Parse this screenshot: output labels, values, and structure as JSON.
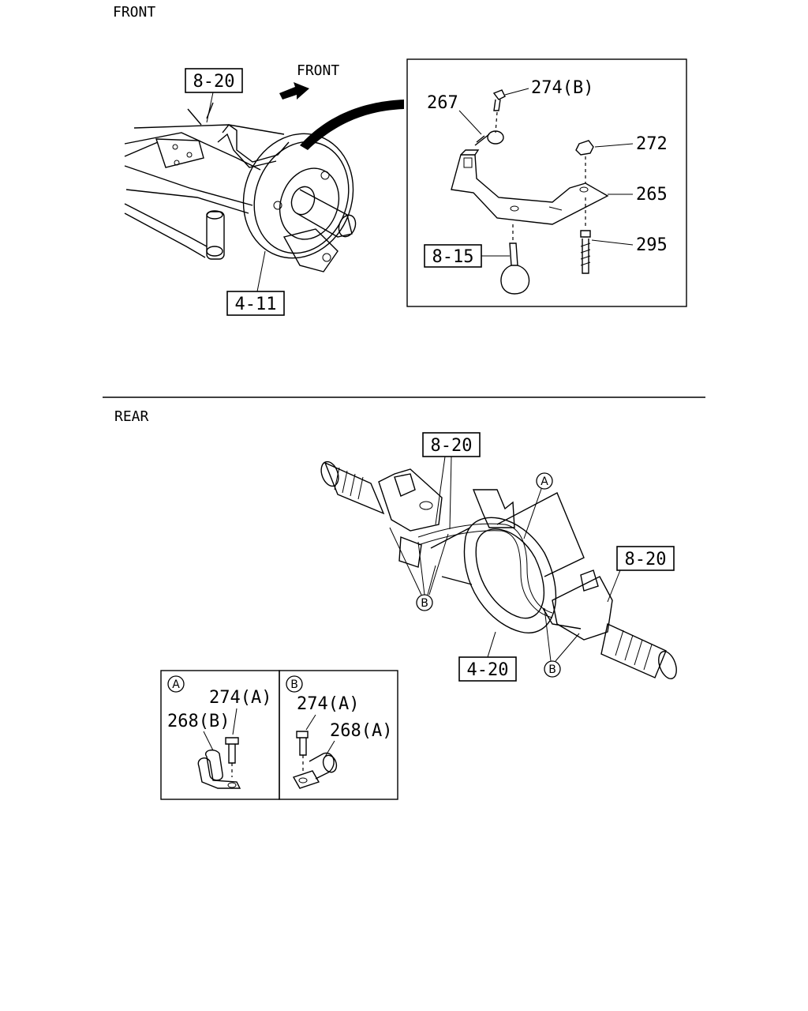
{
  "sections": {
    "front_title": "FRONT",
    "rear_title": "REAR"
  },
  "front": {
    "arrow_label": "FRONT",
    "refs": {
      "r1": "8-20",
      "r2": "4-11",
      "r3": "8-15"
    },
    "parts": {
      "p267": "267",
      "p274b": "274(B)",
      "p272": "272",
      "p265": "265",
      "p295": "295"
    }
  },
  "rear": {
    "refs": {
      "r1": "8-20",
      "r2": "8-20",
      "r3": "4-20"
    },
    "markers": {
      "a": "A",
      "b1": "B",
      "b2": "B"
    }
  },
  "details": {
    "a": {
      "marker": "A",
      "part1": "274(A)",
      "part2": "268(B)"
    },
    "b": {
      "marker": "B",
      "part1": "274(A)",
      "part2": "268(A)"
    }
  }
}
